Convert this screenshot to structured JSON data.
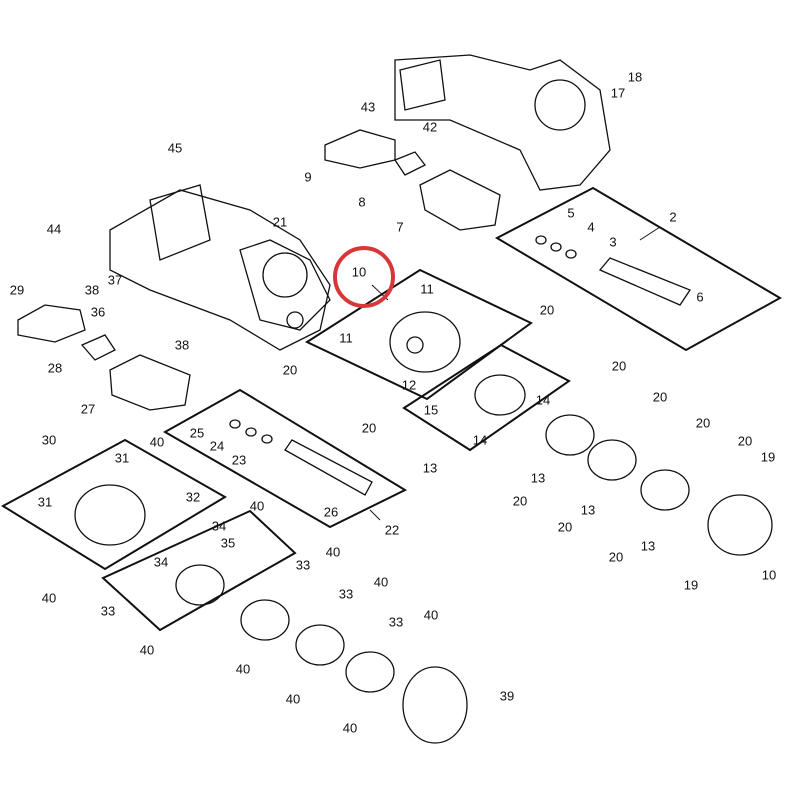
{
  "diagram": {
    "highlight_color": "#d9363a",
    "highlighted_callout": "10",
    "callouts": [
      "18",
      "17",
      "43",
      "42",
      "45",
      "9",
      "8",
      "7",
      "5",
      "4",
      "3",
      "2",
      "44",
      "21",
      "10",
      "11",
      "20",
      "6",
      "29",
      "38",
      "37",
      "36",
      "38",
      "11",
      "12",
      "20",
      "28",
      "20",
      "27",
      "15",
      "14",
      "20",
      "25",
      "24",
      "23",
      "20",
      "14",
      "20",
      "30",
      "40",
      "13",
      "13",
      "20",
      "19",
      "31",
      "32",
      "20",
      "26",
      "13",
      "22",
      "31",
      "40",
      "34",
      "20",
      "35",
      "40",
      "13",
      "20",
      "10",
      "34",
      "33",
      "19",
      "40",
      "33",
      "40",
      "33",
      "40",
      "33",
      "40",
      "40",
      "40",
      "39",
      "40"
    ]
  }
}
